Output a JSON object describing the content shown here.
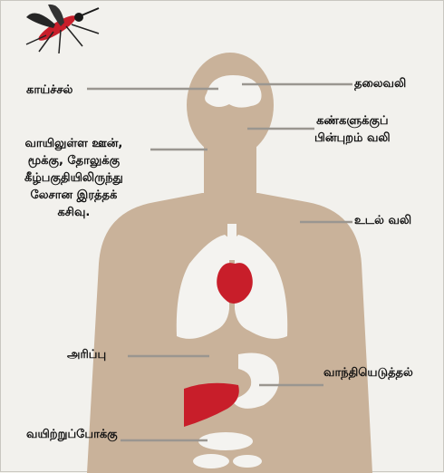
{
  "colors": {
    "background": "#f2f1ed",
    "body": "#c9b29a",
    "organs_light": "#f4f3f0",
    "heart": "#c81e2a",
    "liver": "#c81e2a",
    "leader_line": "#9a9690"
  },
  "icons": {
    "mosquito": "mosquito-icon"
  },
  "labels": {
    "fever": "காய்ச்சல்",
    "headache": "தலைவலி",
    "eye_pain": "கண்களுக்குப்\nபின்புறம் வலி",
    "bleeding": "வாயிலுள்ள ஊன்,\nமூக்கு, தோலுக்கு\nகீழ்பகுதியிலிருந்து\nலேசான இரத்தக்\nகசிவு.",
    "body_ache": "உடல் வலி",
    "itching": "அரிப்பு",
    "vomiting": "வாந்தியெடுத்தல்",
    "diarrhea": "வயிற்றுப்போக்கு"
  }
}
